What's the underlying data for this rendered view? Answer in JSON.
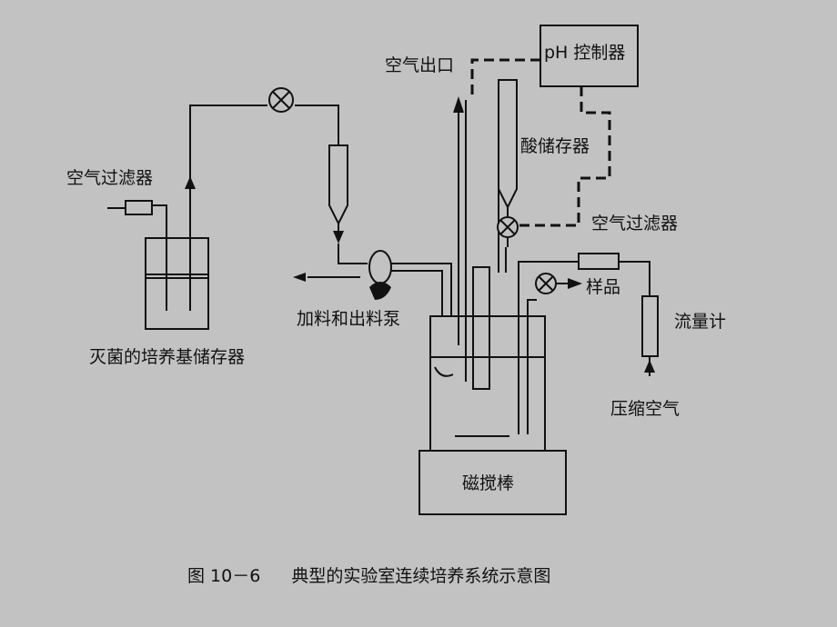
{
  "labels": {
    "air_outlet": "空气出口",
    "ph_controller": "pH 控制器",
    "air_filter_left": "空气过滤器",
    "acid_reservoir": "酸储存器",
    "air_filter_right": "空气过滤器",
    "sample": "样品",
    "feed_pump": "加料和出料泵",
    "flowmeter": "流量计",
    "medium_reservoir": "灭菌的培养基储存器",
    "compressed_air": "压缩空气",
    "stirrer": "磁搅棒"
  },
  "caption": {
    "number": "图 10－6",
    "text": "典型的实验室连续培养系统示意图"
  }
}
